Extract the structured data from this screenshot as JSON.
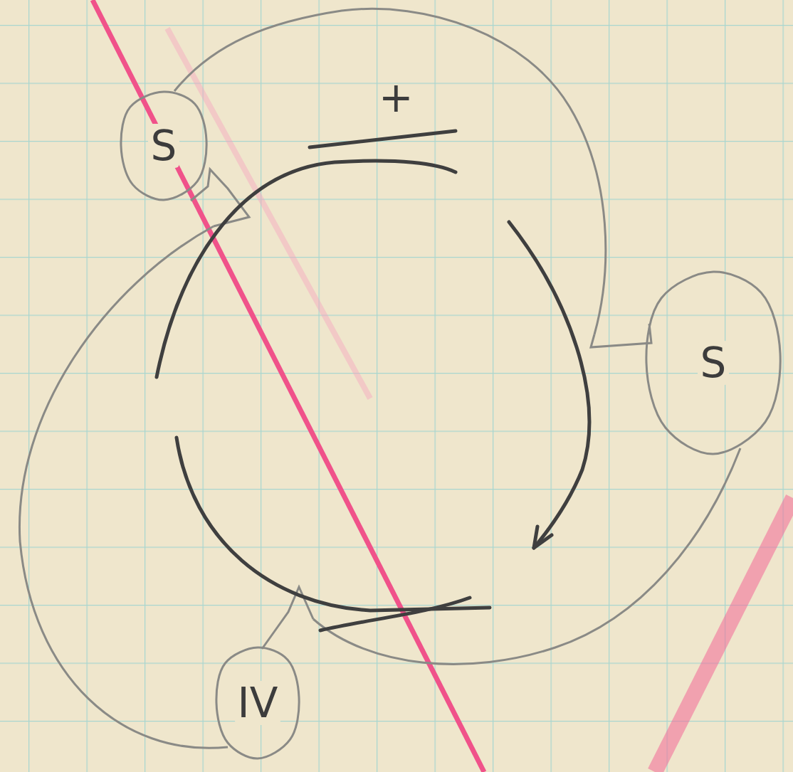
{
  "diagram": {
    "nodes": [
      {
        "text": [
          "S"
        ]
      },
      {
        "text": [
          "S"
        ]
      },
      {
        "text": [
          "IV"
        ]
      }
    ],
    "labels": [
      "+"
    ]
  }
}
